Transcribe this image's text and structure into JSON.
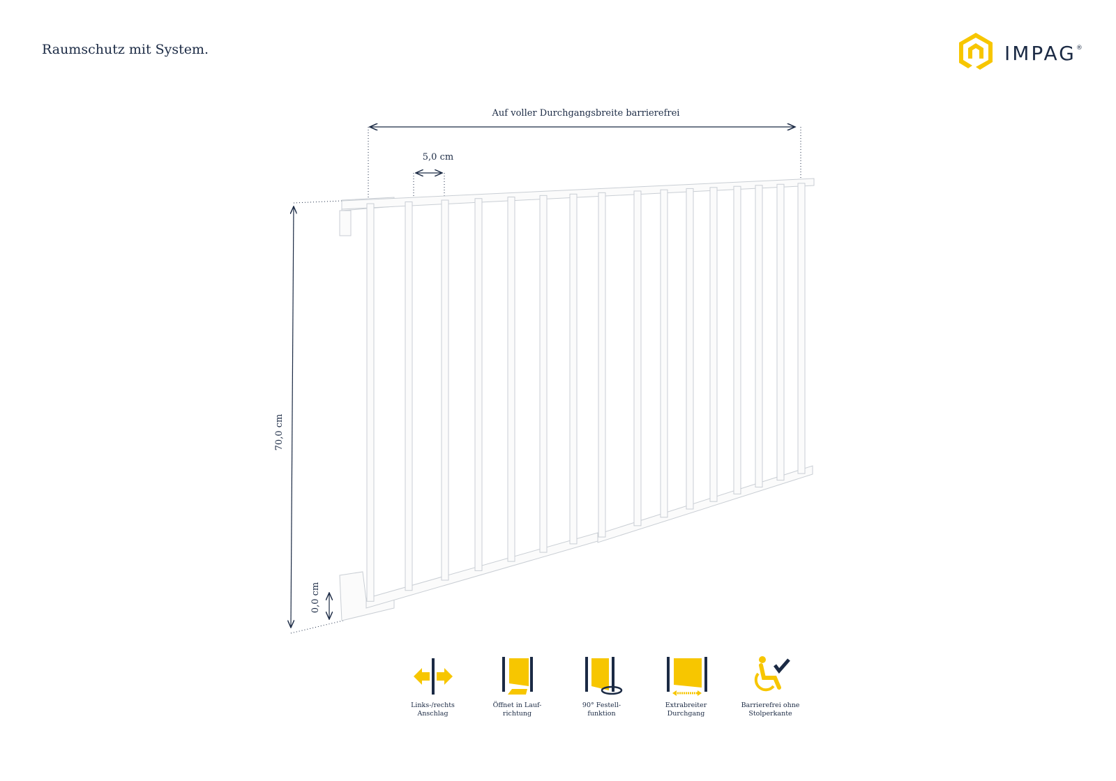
{
  "header": {
    "tagline": "Raumschutz mit System."
  },
  "logo": {
    "name": "IMPAG",
    "registered": "®",
    "icon": "hexagon-logo-icon",
    "color": "#f7c600"
  },
  "dimensions": {
    "width_label": "Auf voller Durchgangsbreite barrierefrei",
    "bar_spacing": "5,0 cm",
    "height": "70,0 cm",
    "floor_clearance": "0,0 cm"
  },
  "features": [
    {
      "icon": "left-right-arrows-icon",
      "label": "Links-/rechts\nAnschlag"
    },
    {
      "icon": "door-opening-direction-icon",
      "label": "Öffnet in Lauf-\nrichtung"
    },
    {
      "icon": "door-90-degree-hold-icon",
      "label": "90° Festell-\nfunktion"
    },
    {
      "icon": "wide-passage-icon",
      "label": "Extrabreiter\nDurchgang"
    },
    {
      "icon": "wheelchair-accessible-icon",
      "label": "Barrierefrei ohne\nStolperkante"
    }
  ],
  "colors": {
    "accent": "#f7c600",
    "navy": "#1b2a44"
  }
}
